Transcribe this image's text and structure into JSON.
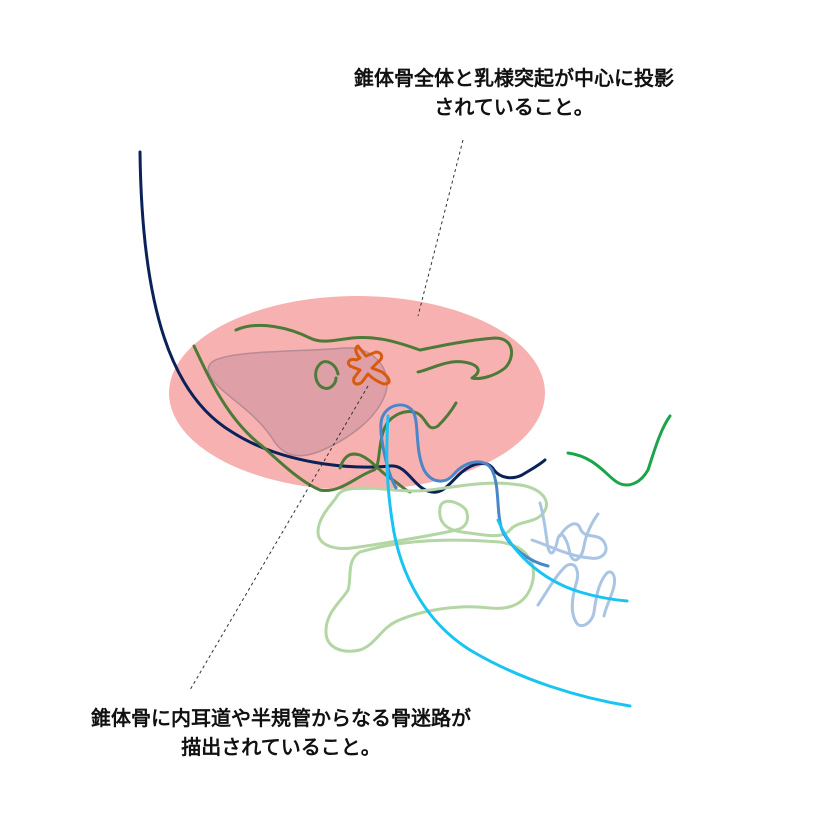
{
  "captions": {
    "top": {
      "line1": "錐体骨全体と乳様突起が中心に投影",
      "line2": "されていること。"
    },
    "bottom": {
      "line1": "錐体骨に内耳道や半規管からなる骨迷路が",
      "line2": "描出されていること。"
    }
  },
  "colors": {
    "highlight_ellipse": "#f7a3a3",
    "petrous_fill": "#c9909c",
    "occipital_contour": "#0b2259",
    "temporal_bone_outline": "#4d7a39",
    "bony_labyrinth": "#d85a0c",
    "mandible_line": "#1ac4f2",
    "condyle_line": "#4a86c8",
    "cervical_vertebrae": "#b3d6a4",
    "teeth": "#aac5e3",
    "facial_contour": "#1aa54a",
    "leader_line": "#333333"
  }
}
